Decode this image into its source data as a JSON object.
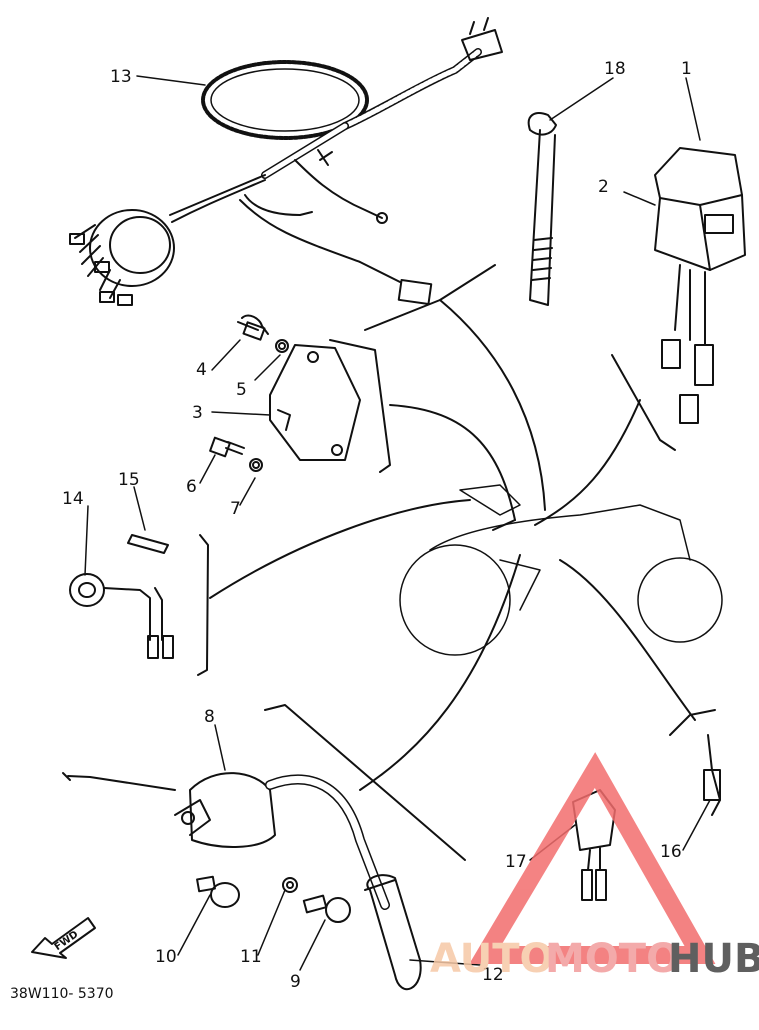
{
  "diagram": {
    "part_numbers": {
      "p1": "1",
      "p2": "2",
      "p3": "3",
      "p4": "4",
      "p5": "5",
      "p6": "6",
      "p7": "7",
      "p8": "8",
      "p9": "9",
      "p10": "10",
      "p11": "11",
      "p12": "12",
      "p13": "13",
      "p14": "14",
      "p15": "15",
      "p16": "16",
      "p17": "17",
      "p18": "18"
    },
    "drawing_code": "38W110-  5370",
    "fwd_label": "FWD"
  },
  "watermark": {
    "part1": "AUTO",
    "part2": "MOTO",
    "part3": "HUB",
    "colors": {
      "triangle": "#f26d6d",
      "auto": "#f6c8a6",
      "moto": "#f29c9c",
      "hub": "#444444"
    }
  }
}
